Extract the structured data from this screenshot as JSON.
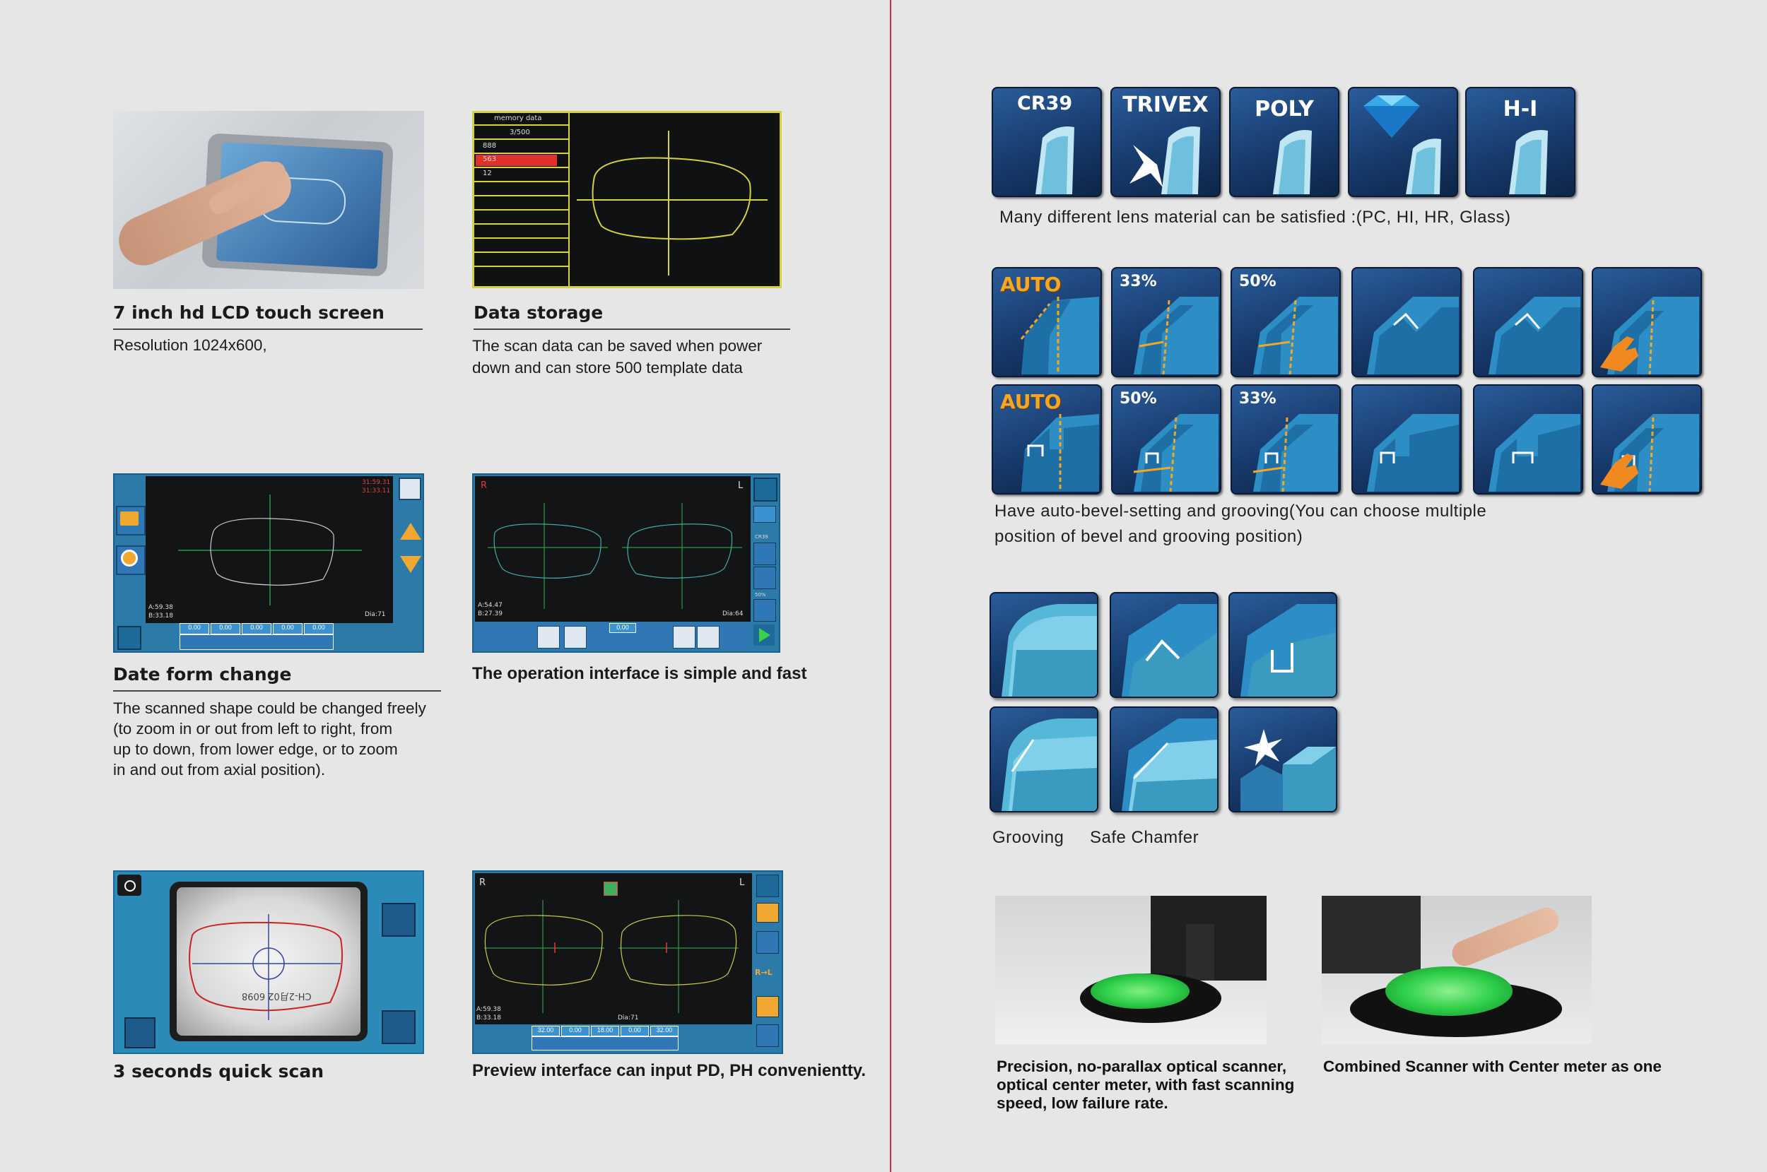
{
  "left": {
    "s1": {
      "title": "7 inch hd LCD touch screen",
      "body": "Resolution 1024x600,"
    },
    "s2": {
      "title": "Data storage",
      "body_l1": "The scan data can be saved when power",
      "body_l2": "down and can store 500 template data"
    },
    "s3": {
      "title": "Date form change",
      "body_l1": "The scanned shape could be changed freely",
      "body_l2": "(to zoom in or out from left to right, from",
      "body_l3": "up to down, from lower edge, or to zoom",
      "body_l4": "in and out from axial position)."
    },
    "s4": {
      "title": "The operation interface is simple and fast"
    },
    "s5": {
      "title": "3 seconds quick scan"
    },
    "s6": {
      "title": "Preview interface can input PD, PH convenientty."
    }
  },
  "memory_screen": {
    "header": "memory data",
    "count": "3/500",
    "rows": [
      "888",
      "563",
      "12"
    ]
  },
  "form_screen": {
    "top_r1": "31:59.31",
    "top_r2": "31:33.11",
    "a": "A:59.38",
    "b": "B:33.18",
    "dia": "Dia:71",
    "fields": [
      "0.00",
      "0.00",
      "0.00",
      "0.00",
      "0.00"
    ]
  },
  "op_screen": {
    "r": "R",
    "l": "L",
    "a": "A:54.47",
    "b": "B:27.39",
    "dia": "Dia:64",
    "field": "0.00",
    "side_label1": "CR39",
    "side_label2": "50%"
  },
  "scan_screen": {
    "lens_text": "CH-2月02 6098"
  },
  "preview_screen": {
    "r": "R",
    "l": "L",
    "a": "A:59.38",
    "b": "B:33.18",
    "dia": "Dia:71",
    "fields": [
      "32.00",
      "0.00",
      "18.00",
      "0.00",
      "32.00"
    ],
    "side_rl": "R→L"
  },
  "right": {
    "materials": [
      "CR39",
      "TRIVEX",
      "POLY",
      "",
      "H-I"
    ],
    "materials_caption": "Many different lens material can be satisfied :(PC, HI, HR, Glass)",
    "bevel_row1": [
      "AUTO",
      "33%",
      "50%",
      "",
      "",
      ""
    ],
    "bevel_row2": [
      "AUTO",
      "50%",
      "33%",
      "",
      "",
      ""
    ],
    "bevel_caption_l1": "Have auto-bevel-setting and grooving(You can choose multiple",
    "bevel_caption_l2": "position of bevel and grooving position)",
    "groove_caption_a": "Grooving",
    "groove_caption_b": "Safe Chamfer",
    "scanner_caption_l1": "Precision, no-parallax optical scanner,",
    "scanner_caption_l2": "optical center meter, with fast scanning",
    "scanner_caption_l3": "speed, low failure rate.",
    "combined_caption": "Combined Scanner with Center meter as one"
  },
  "colors": {
    "divider": "#c8323a",
    "icon_blue": "#1f4a85",
    "accent_orange": "#f5a623",
    "lcd_yellow": "#d6d23a",
    "screen_frame": "#2b7aa8"
  }
}
